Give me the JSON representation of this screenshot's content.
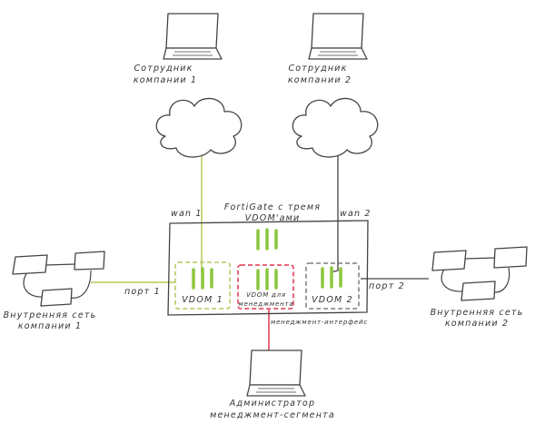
{
  "colors": {
    "green_link": "#b5c85a",
    "vdom_bar": "#8cc63e",
    "mgmt": "#e2344f",
    "line": "#444444",
    "vdom2_border": "#666666"
  },
  "nodes": {
    "employee1": {
      "label_1": "Сотрудник",
      "label_2": "компании 1",
      "icon": "laptop-icon"
    },
    "employee2": {
      "label_1": "Сотрудник",
      "label_2": "компании 2",
      "icon": "laptop-icon"
    },
    "cloud1": {
      "icon": "cloud-icon"
    },
    "cloud2": {
      "icon": "cloud-icon"
    },
    "fortigate": {
      "title_1": "FortiGate с тремя",
      "title_2": "VDOM'ами"
    },
    "vdom1": {
      "label": "VDOM 1"
    },
    "vdom_mgmt": {
      "label_1": "VDOM для",
      "label_2": "менеджмента"
    },
    "vdom2": {
      "label": "VDOM 2"
    },
    "lan1": {
      "label_1": "Внутренняя сеть",
      "label_2": "компании 1"
    },
    "lan2": {
      "label_1": "Внутренняя сеть",
      "label_2": "компании 2"
    },
    "admin": {
      "label_1": "Администратор",
      "label_2": "менеджмент-сегмента",
      "icon": "laptop-icon"
    }
  },
  "links": {
    "wan1": "wan 1",
    "wan2": "wan 2",
    "port1": "порт 1",
    "port2": "порт 2",
    "mgmt_if": "менеджмент-интерфейс"
  }
}
